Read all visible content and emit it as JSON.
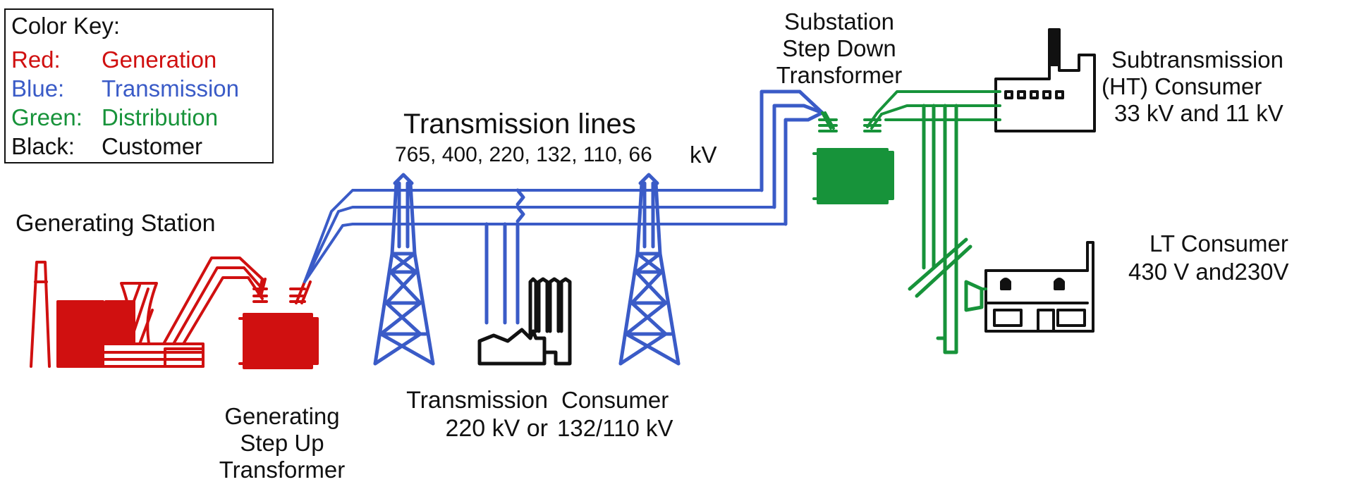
{
  "colors": {
    "generation": "#d01010",
    "transmission": "#3a5bc7",
    "distribution": "#17933a",
    "customer": "#111111"
  },
  "legend": {
    "title": "Color Key:",
    "rows": [
      {
        "key": "Red:",
        "value": "Generation"
      },
      {
        "key": "Blue:",
        "value": "Transmission"
      },
      {
        "key": "Green:",
        "value": "Distribution"
      },
      {
        "key": "Black:",
        "value": "Customer"
      }
    ]
  },
  "labels": {
    "generating_station": "Generating Station",
    "step_up": [
      "Generating",
      "Step Up",
      "Transformer"
    ],
    "transmission_lines": "Transmission lines",
    "voltages": "765, 400, 220, 132, 110, 66",
    "voltages_unit": "kV",
    "substation": [
      "Substation",
      "Step Down",
      "Transformer"
    ],
    "transmission_consumer_left": [
      "Transmission",
      "220 kV or"
    ],
    "transmission_consumer_right": [
      "Consumer",
      "132/110 kV"
    ],
    "subtransmission": [
      "Subtransmission",
      "(HT) Consumer",
      "33 kV and  11 kV"
    ],
    "lt_consumer": [
      "LT Consumer",
      "430 V and230V"
    ]
  }
}
